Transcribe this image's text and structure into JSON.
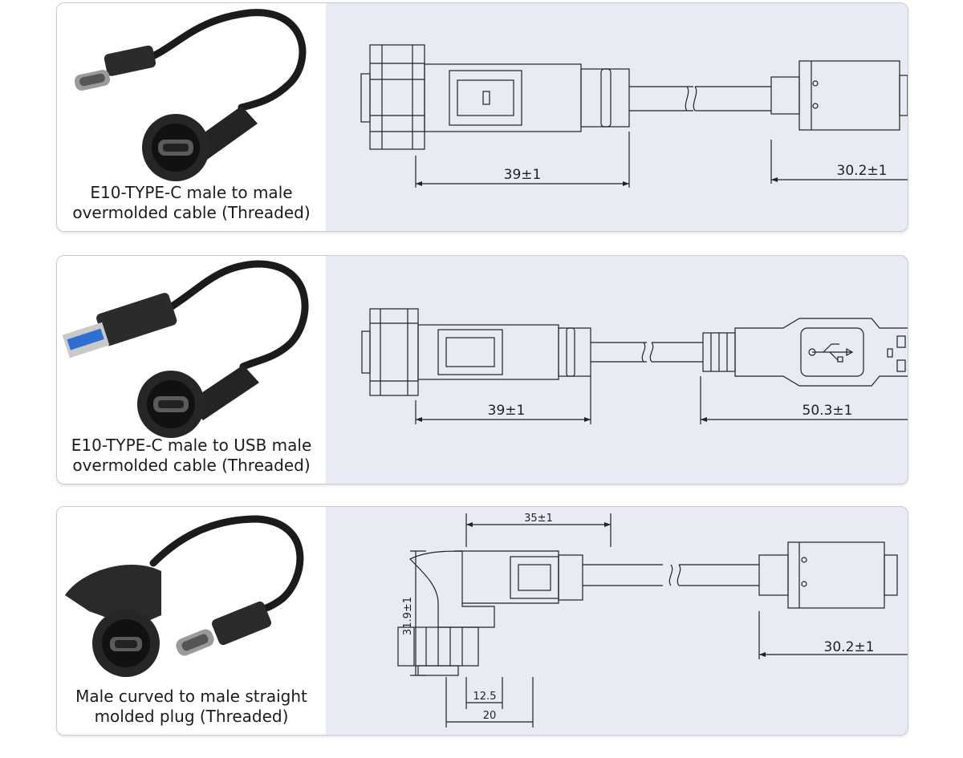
{
  "panels": [
    {
      "caption_line1": "E10-TYPE-C male to male",
      "caption_line2": "overmolded cable (Threaded)",
      "dims": {
        "left_length": "39±1",
        "right_length": "30.2±1"
      }
    },
    {
      "caption_line1": "E10-TYPE-C male to USB male",
      "caption_line2": "overmolded cable (Threaded)",
      "dims": {
        "left_length": "39±1",
        "right_length": "50.3±1"
      }
    },
    {
      "caption_line1": "Male curved to male straight",
      "caption_line2": "molded plug (Threaded)",
      "dims": {
        "top_length": "35±1",
        "height": "31.9±1",
        "right_length": "30.2±1",
        "inner_width": "12.5",
        "outer_width": "20"
      }
    }
  ]
}
